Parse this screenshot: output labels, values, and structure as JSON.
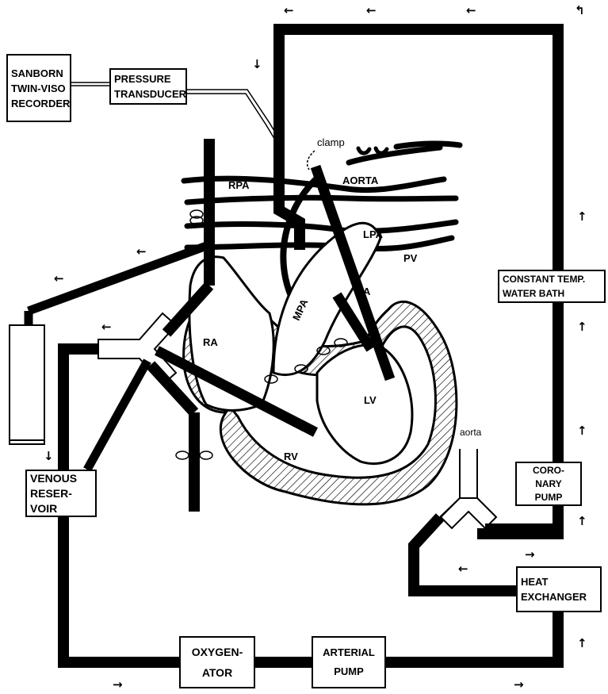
{
  "boxes": {
    "recorder": [
      "SANBORN",
      "TWIN-VISO",
      "RECORDER"
    ],
    "transducer": [
      "PRESSURE",
      "TRANSDUCER"
    ],
    "water_bath": [
      "CONSTANT TEMP.",
      "WATER BATH"
    ],
    "coronary_pump": [
      "CORO-",
      "NARY",
      "PUMP"
    ],
    "heat_exchanger": [
      "HEAT",
      "EXCHANGER"
    ],
    "venous_reservoir": [
      "VENOUS",
      "RESER-",
      "VOIR"
    ],
    "oxygenator": [
      "OXYGEN-",
      "ATOR"
    ],
    "arterial_pump": [
      "ARTERIAL",
      "PUMP"
    ]
  },
  "labels": {
    "clamp": "clamp",
    "aorta_upper": "AORTA",
    "rpa": "RPA",
    "lpa": "LPA",
    "pv": "PV",
    "la": "LA",
    "mpa": "MPA",
    "ra": "RA",
    "lv": "LV",
    "rv": "RV",
    "aorta_lower": "aorta"
  },
  "arrows": {
    "left": "←",
    "right": "→",
    "up": "↑",
    "down": "↓",
    "corner": "↰"
  }
}
